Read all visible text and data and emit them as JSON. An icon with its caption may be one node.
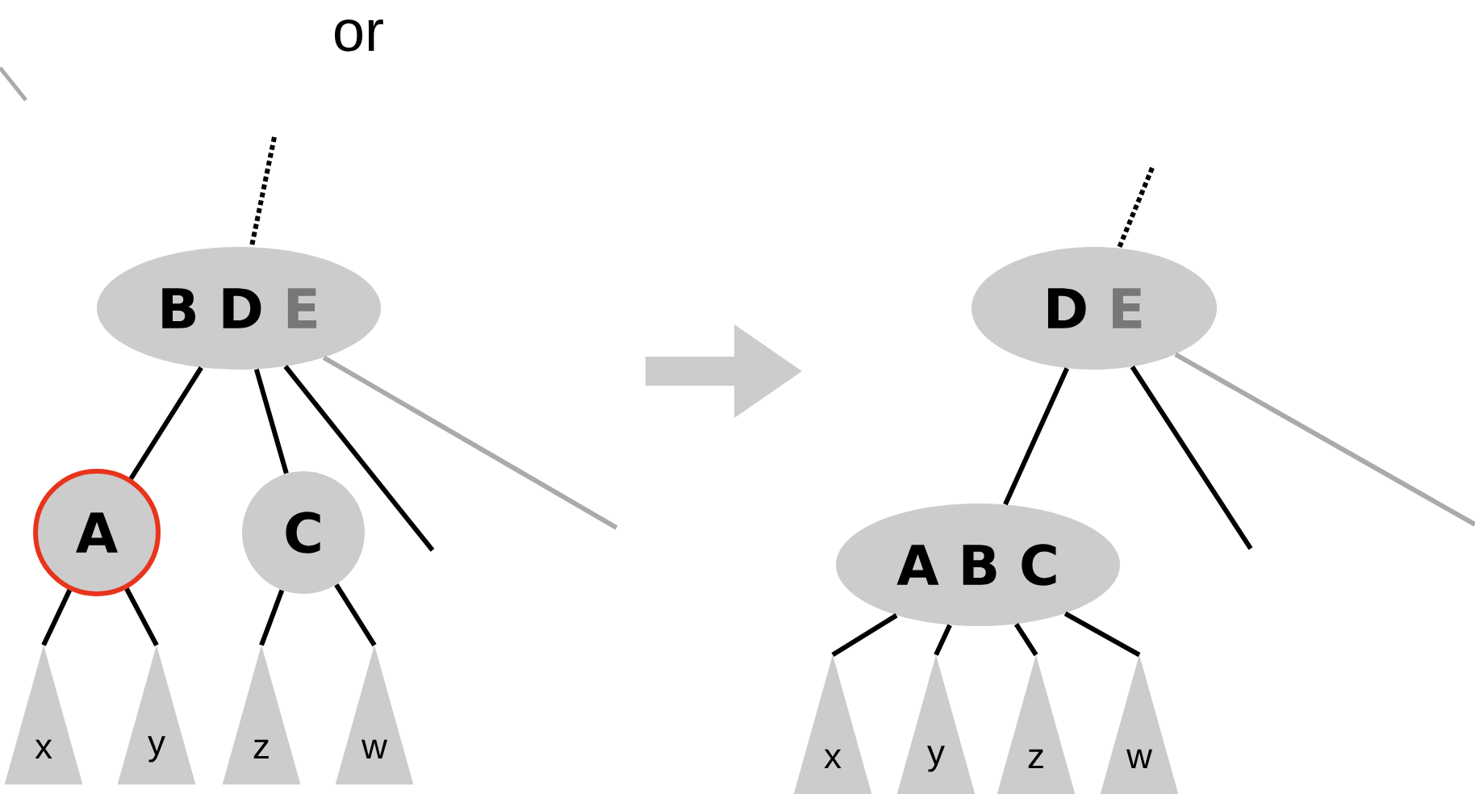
{
  "diagram": {
    "nodes": [
      {
        "text": [
          "B D",
          "E"
        ]
      },
      {
        "text": [
          "A"
        ]
      },
      {
        "text": [
          "C"
        ]
      },
      {
        "text": [
          "x"
        ]
      },
      {
        "text": [
          "y"
        ]
      },
      {
        "text": [
          "z"
        ]
      },
      {
        "text": [
          "w"
        ]
      },
      {
        "text": [
          "D",
          "E"
        ]
      },
      {
        "text": [
          "A B C"
        ]
      },
      {
        "text": [
          "x"
        ]
      },
      {
        "text": [
          "y"
        ]
      },
      {
        "text": [
          "z"
        ]
      },
      {
        "text": [
          "w"
        ]
      }
    ],
    "edges": [
      {
        "from": null,
        "to": 0,
        "arrow": "none",
        "style": "dashed"
      },
      {
        "from": 0,
        "to": 1,
        "arrow": "none"
      },
      {
        "from": 0,
        "to": 2,
        "arrow": "none"
      },
      {
        "from": 0,
        "to": null,
        "arrow": "none"
      },
      {
        "from": 0,
        "to": null,
        "arrow": "none",
        "color": "#aaaaaa"
      },
      {
        "from": 1,
        "to": 3,
        "arrow": "none"
      },
      {
        "from": 1,
        "to": 4,
        "arrow": "none"
      },
      {
        "from": 2,
        "to": 5,
        "arrow": "none"
      },
      {
        "from": 2,
        "to": 6,
        "arrow": "none"
      },
      {
        "from": null,
        "to": 7,
        "arrow": "none",
        "style": "dashed"
      },
      {
        "from": 7,
        "to": 8,
        "arrow": "none"
      },
      {
        "from": 7,
        "to": null,
        "arrow": "none"
      },
      {
        "from": 7,
        "to": null,
        "arrow": "none",
        "color": "#aaaaaa"
      },
      {
        "from": 8,
        "to": 9,
        "arrow": "none"
      },
      {
        "from": 8,
        "to": 10,
        "arrow": "none"
      },
      {
        "from": 8,
        "to": 11,
        "arrow": "none"
      },
      {
        "from": 8,
        "to": 12,
        "arrow": "none"
      }
    ],
    "labels": [
      "or"
    ]
  }
}
